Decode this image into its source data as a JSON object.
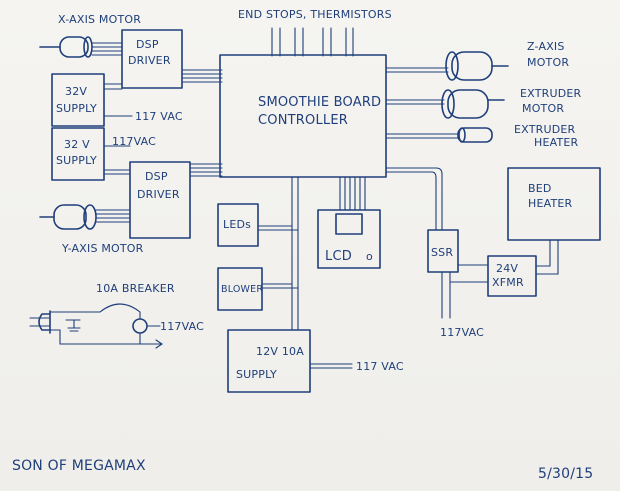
{
  "labels": {
    "x_axis_motor": "X-AXIS MOTOR",
    "end_stops": "END STOPS, THERMISTORS",
    "z_axis": "Z-AXIS",
    "z_motor": "MOTOR",
    "dsp_driver_top_1": "DSP",
    "dsp_driver_top_2": "DRIVER",
    "supply32_a_1": "32V",
    "supply32_a_2": "SUPPLY",
    "vac_a": "117 VAC",
    "supply32_b_1": "32 V",
    "supply32_b_2": "SUPPLY",
    "vac_b": "117VAC",
    "smoothie_1": "SMOOTHIE BOARD",
    "smoothie_2": "CONTROLLER",
    "extruder_1": "EXTRUDER",
    "extruder_2": "MOTOR",
    "extruder_heater_1": "EXTRUDER",
    "extruder_heater_2": "HEATER",
    "dsp_driver_bot_1": "DSP",
    "dsp_driver_bot_2": "DRIVER",
    "bed_heater_1": "BED",
    "bed_heater_2": "HEATER",
    "leds": "LEDs",
    "lcd": "LCD",
    "lcd_o": "o",
    "ssr": "SSR",
    "xfmr_1": "24V",
    "xfmr_2": "XFMR",
    "y_axis_motor": "Y-AXIS MOTOR",
    "breaker": "10A BREAKER",
    "vac_breaker": "117VAC",
    "blower": "BLOWER",
    "vac_ssr": "117VAC",
    "supply12_1": "12V 10A",
    "supply12_2": "SUPPLY",
    "vac_12": "117 VAC",
    "title": "SON OF MEGAMAX",
    "date": "5/30/15"
  }
}
